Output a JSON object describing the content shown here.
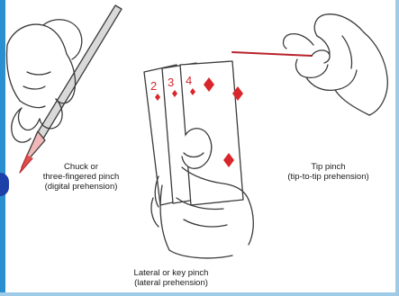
{
  "captions": {
    "chuck": {
      "line1": "Chuck or",
      "line2": "three-fingered pinch",
      "line3": "(digital prehension)"
    },
    "tip": {
      "line1": "Tip pinch",
      "line2": "(tip-to-tip prehension)"
    },
    "lateral": {
      "line1": "Lateral or key pinch",
      "line2": "(lateral prehension)"
    }
  },
  "cards": {
    "card1": "2",
    "card2": "3",
    "card3": "4"
  },
  "colors": {
    "ink": "#3a3a3a",
    "card_red": "#d8262b",
    "needle": "#b8232b",
    "frame": "#2a8fd0"
  }
}
